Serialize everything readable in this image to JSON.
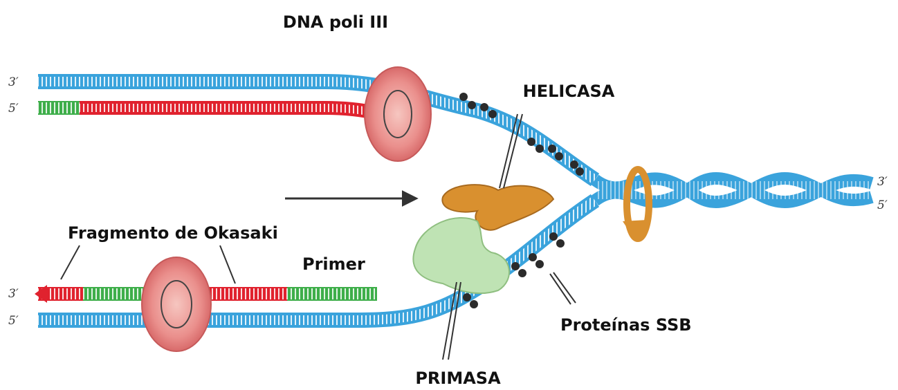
{
  "labels": {
    "dna_poli_iii": "DNA poli III",
    "helicasa": "HELICASA",
    "fragmento_okasaki": "Fragmento de Okasaki",
    "primer": "Primer",
    "proteinas_ssb": "Proteínas SSB",
    "primasa": "PRIMASA"
  },
  "strand_ends": {
    "top_left_3": "3′",
    "top_left_5": "5′",
    "bottom_left_3": "3′",
    "bottom_left_5": "5′",
    "right_3": "3′",
    "right_5": "5′"
  },
  "colors": {
    "parental_strand": "#3aa3dc",
    "new_strand": "#e0222e",
    "primer": "#3eae4a",
    "polymerase_ring": "#e98a8a",
    "helicase": "#d9902f",
    "primase": "#bfe3b4",
    "ssb_protein": "#2b2b2b"
  }
}
